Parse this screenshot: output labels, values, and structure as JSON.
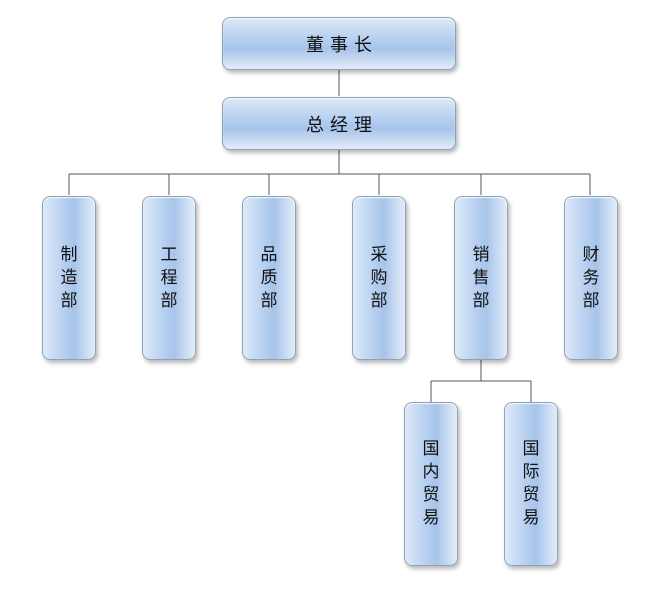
{
  "org": {
    "chairman": "董事长",
    "general_manager": "总经理",
    "departments": [
      "制造部",
      "工程部",
      "品质部",
      "采购部",
      "销售部",
      "财务部"
    ],
    "sales_subunits": [
      "国内贸易",
      "国际贸易"
    ]
  },
  "colors": {
    "box_top": "#dde9f9",
    "box_mid": "#a7c4ea",
    "box_border": "#8fa2b4",
    "connector": "#555555"
  }
}
